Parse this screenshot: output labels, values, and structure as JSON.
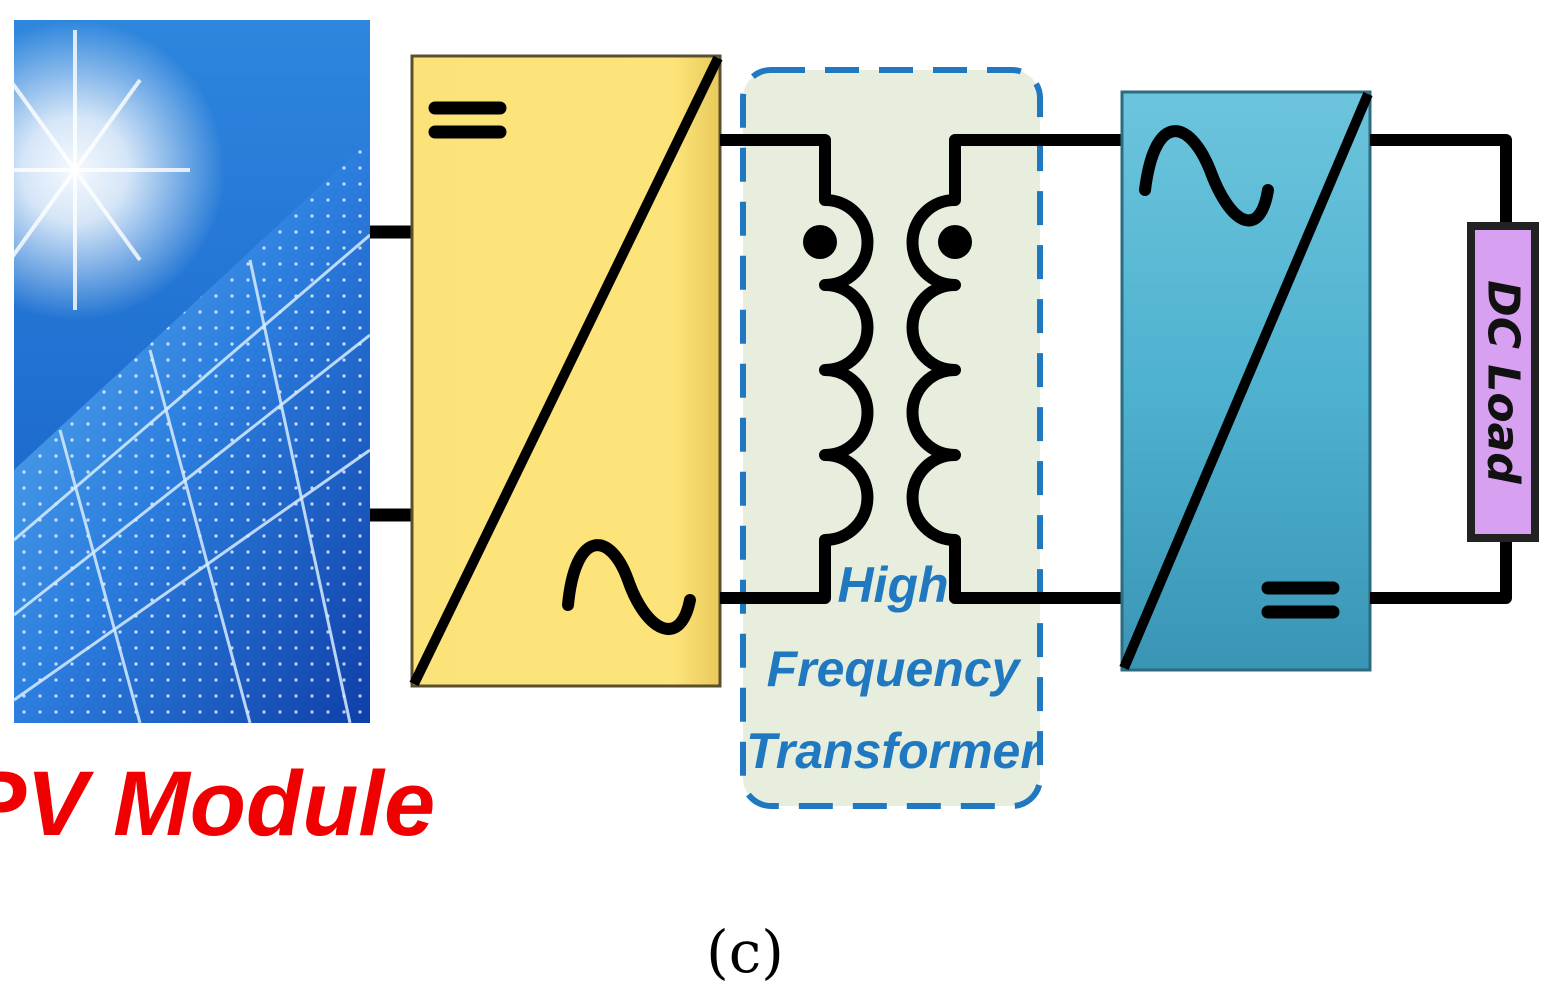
{
  "figure": {
    "caption": "(c)"
  },
  "pv_module": {
    "label": "PV Module"
  },
  "transformer": {
    "label_lines": [
      "High",
      "Frequency",
      "Transformer"
    ]
  },
  "load": {
    "label": "DC Load"
  },
  "colors": {
    "pv_label": "#f00000",
    "inverter_fill": "#fde47a",
    "transformer_fill": "#e8eedd",
    "transformer_border": "#1f78c0",
    "rectifier_fill": "#52b6d2",
    "load_fill": "#d8a0f0",
    "wire": "#000000"
  }
}
